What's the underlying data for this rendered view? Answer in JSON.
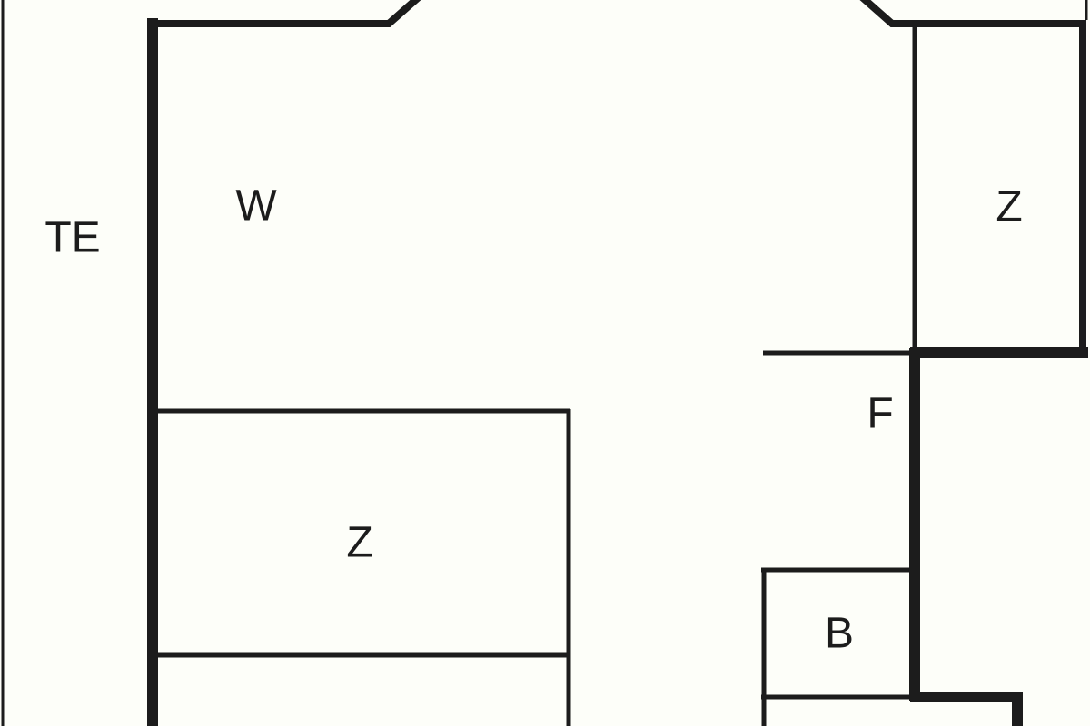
{
  "floor_plan": {
    "labels": {
      "terrace": "TE",
      "living": "W",
      "bedroom_left": "Z",
      "bedroom_right": "Z",
      "hallway": "F",
      "bathroom": "B"
    }
  }
}
